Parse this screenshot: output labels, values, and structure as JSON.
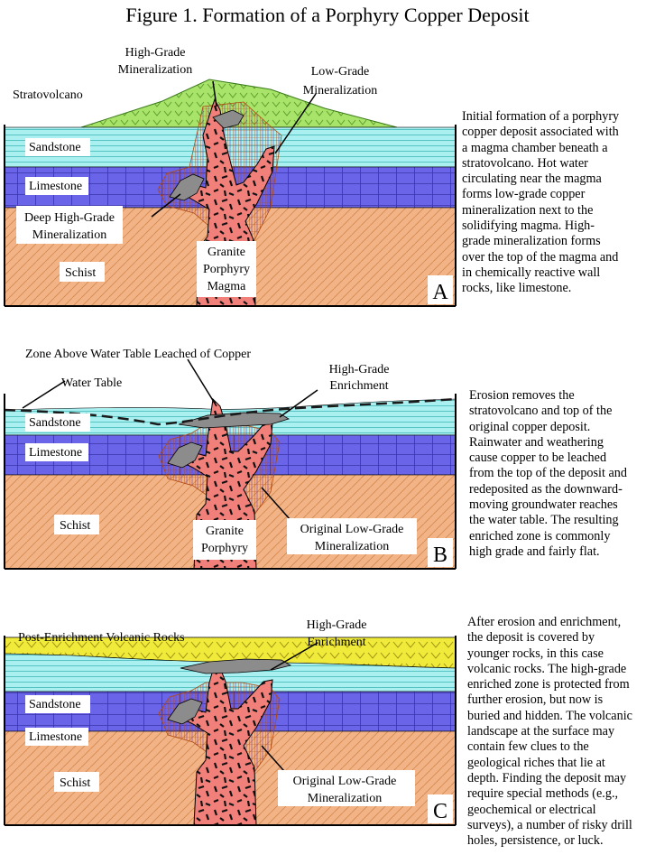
{
  "title": "Figure 1.  Formation of a Porphyry Copper Deposit",
  "panels": [
    {
      "letter": "A",
      "labels": {
        "stratovolcano": "Stratovolcano",
        "high_grade_1": "High-Grade",
        "high_grade_2": "Mineralization",
        "low_grade_1": "Low-Grade",
        "low_grade_2": "Mineralization",
        "sandstone": "Sandstone",
        "limestone": "Limestone",
        "deep_1": "Deep High-Grade",
        "deep_2": "Mineralization",
        "granite_1": "Granite",
        "granite_2": "Porphyry",
        "granite_3": "Magma",
        "schist": "Schist"
      },
      "description": [
        "Initial formation of a porphyry",
        "copper deposit associated with",
        "a magma chamber beneath a",
        "stratovolcano.  Hot water",
        "circulating near the magma",
        "forms low-grade copper",
        "mineralization next to the",
        "solidifying magma. High-",
        "grade mineralization forms",
        "over the top of the magma and",
        "in chemically reactive wall",
        "rocks, like limestone."
      ]
    },
    {
      "letter": "B",
      "labels": {
        "leached": "Zone Above Water Table Leached of Copper",
        "water_table": "Water Table",
        "enrich_1": "High-Grade",
        "enrich_2": "Enrichment",
        "sandstone": "Sandstone",
        "limestone": "Limestone",
        "schist": "Schist",
        "granite_1": "Granite",
        "granite_2": "Porphyry",
        "orig_1": "Original Low-Grade",
        "orig_2": "Mineralization"
      },
      "description": [
        "Erosion removes the",
        "stratovolcano and top of the",
        "original copper deposit.",
        "Rainwater and weathering",
        "cause copper to be leached",
        "from the top of the deposit and",
        "redeposited as the downward-",
        "moving groundwater reaches",
        "the water table. The resulting",
        "enriched zone is commonly",
        "high grade and fairly flat."
      ]
    },
    {
      "letter": "C",
      "labels": {
        "volcanic": "Post-Enrichment Volcanic Rocks",
        "enrich_1": "High-Grade",
        "enrich_2": "Enrichment",
        "sandstone": "Sandstone",
        "limestone": "Limestone",
        "schist": "Schist",
        "orig_1": "Original Low-Grade",
        "orig_2": "Mineralization"
      },
      "description": [
        "After erosion and enrichment,",
        "the deposit is covered by",
        "younger rocks, in this case",
        "volcanic rocks. The high-grade",
        "enriched zone is protected from",
        "further erosion, but now is",
        "buried and hidden. The volcanic",
        "landscape at the surface may",
        "contain few clues to the",
        "geological riches that lie at",
        "depth. Finding the deposit may",
        "require special methods (e.g.,",
        "geochemical or electrical",
        "surveys), a number of risky drill",
        "holes, persistence, or luck."
      ]
    }
  ],
  "colors": {
    "sandstone": "#aaf0f0",
    "limestone": "#6a64e8",
    "schist": "#f2b487",
    "granite": "#f2807a",
    "volcano": "#a8e46a",
    "volcanic_rocks": "#f0ea3a",
    "high_grade": "#8c8c8c",
    "water_table": "#1a1a1a"
  }
}
